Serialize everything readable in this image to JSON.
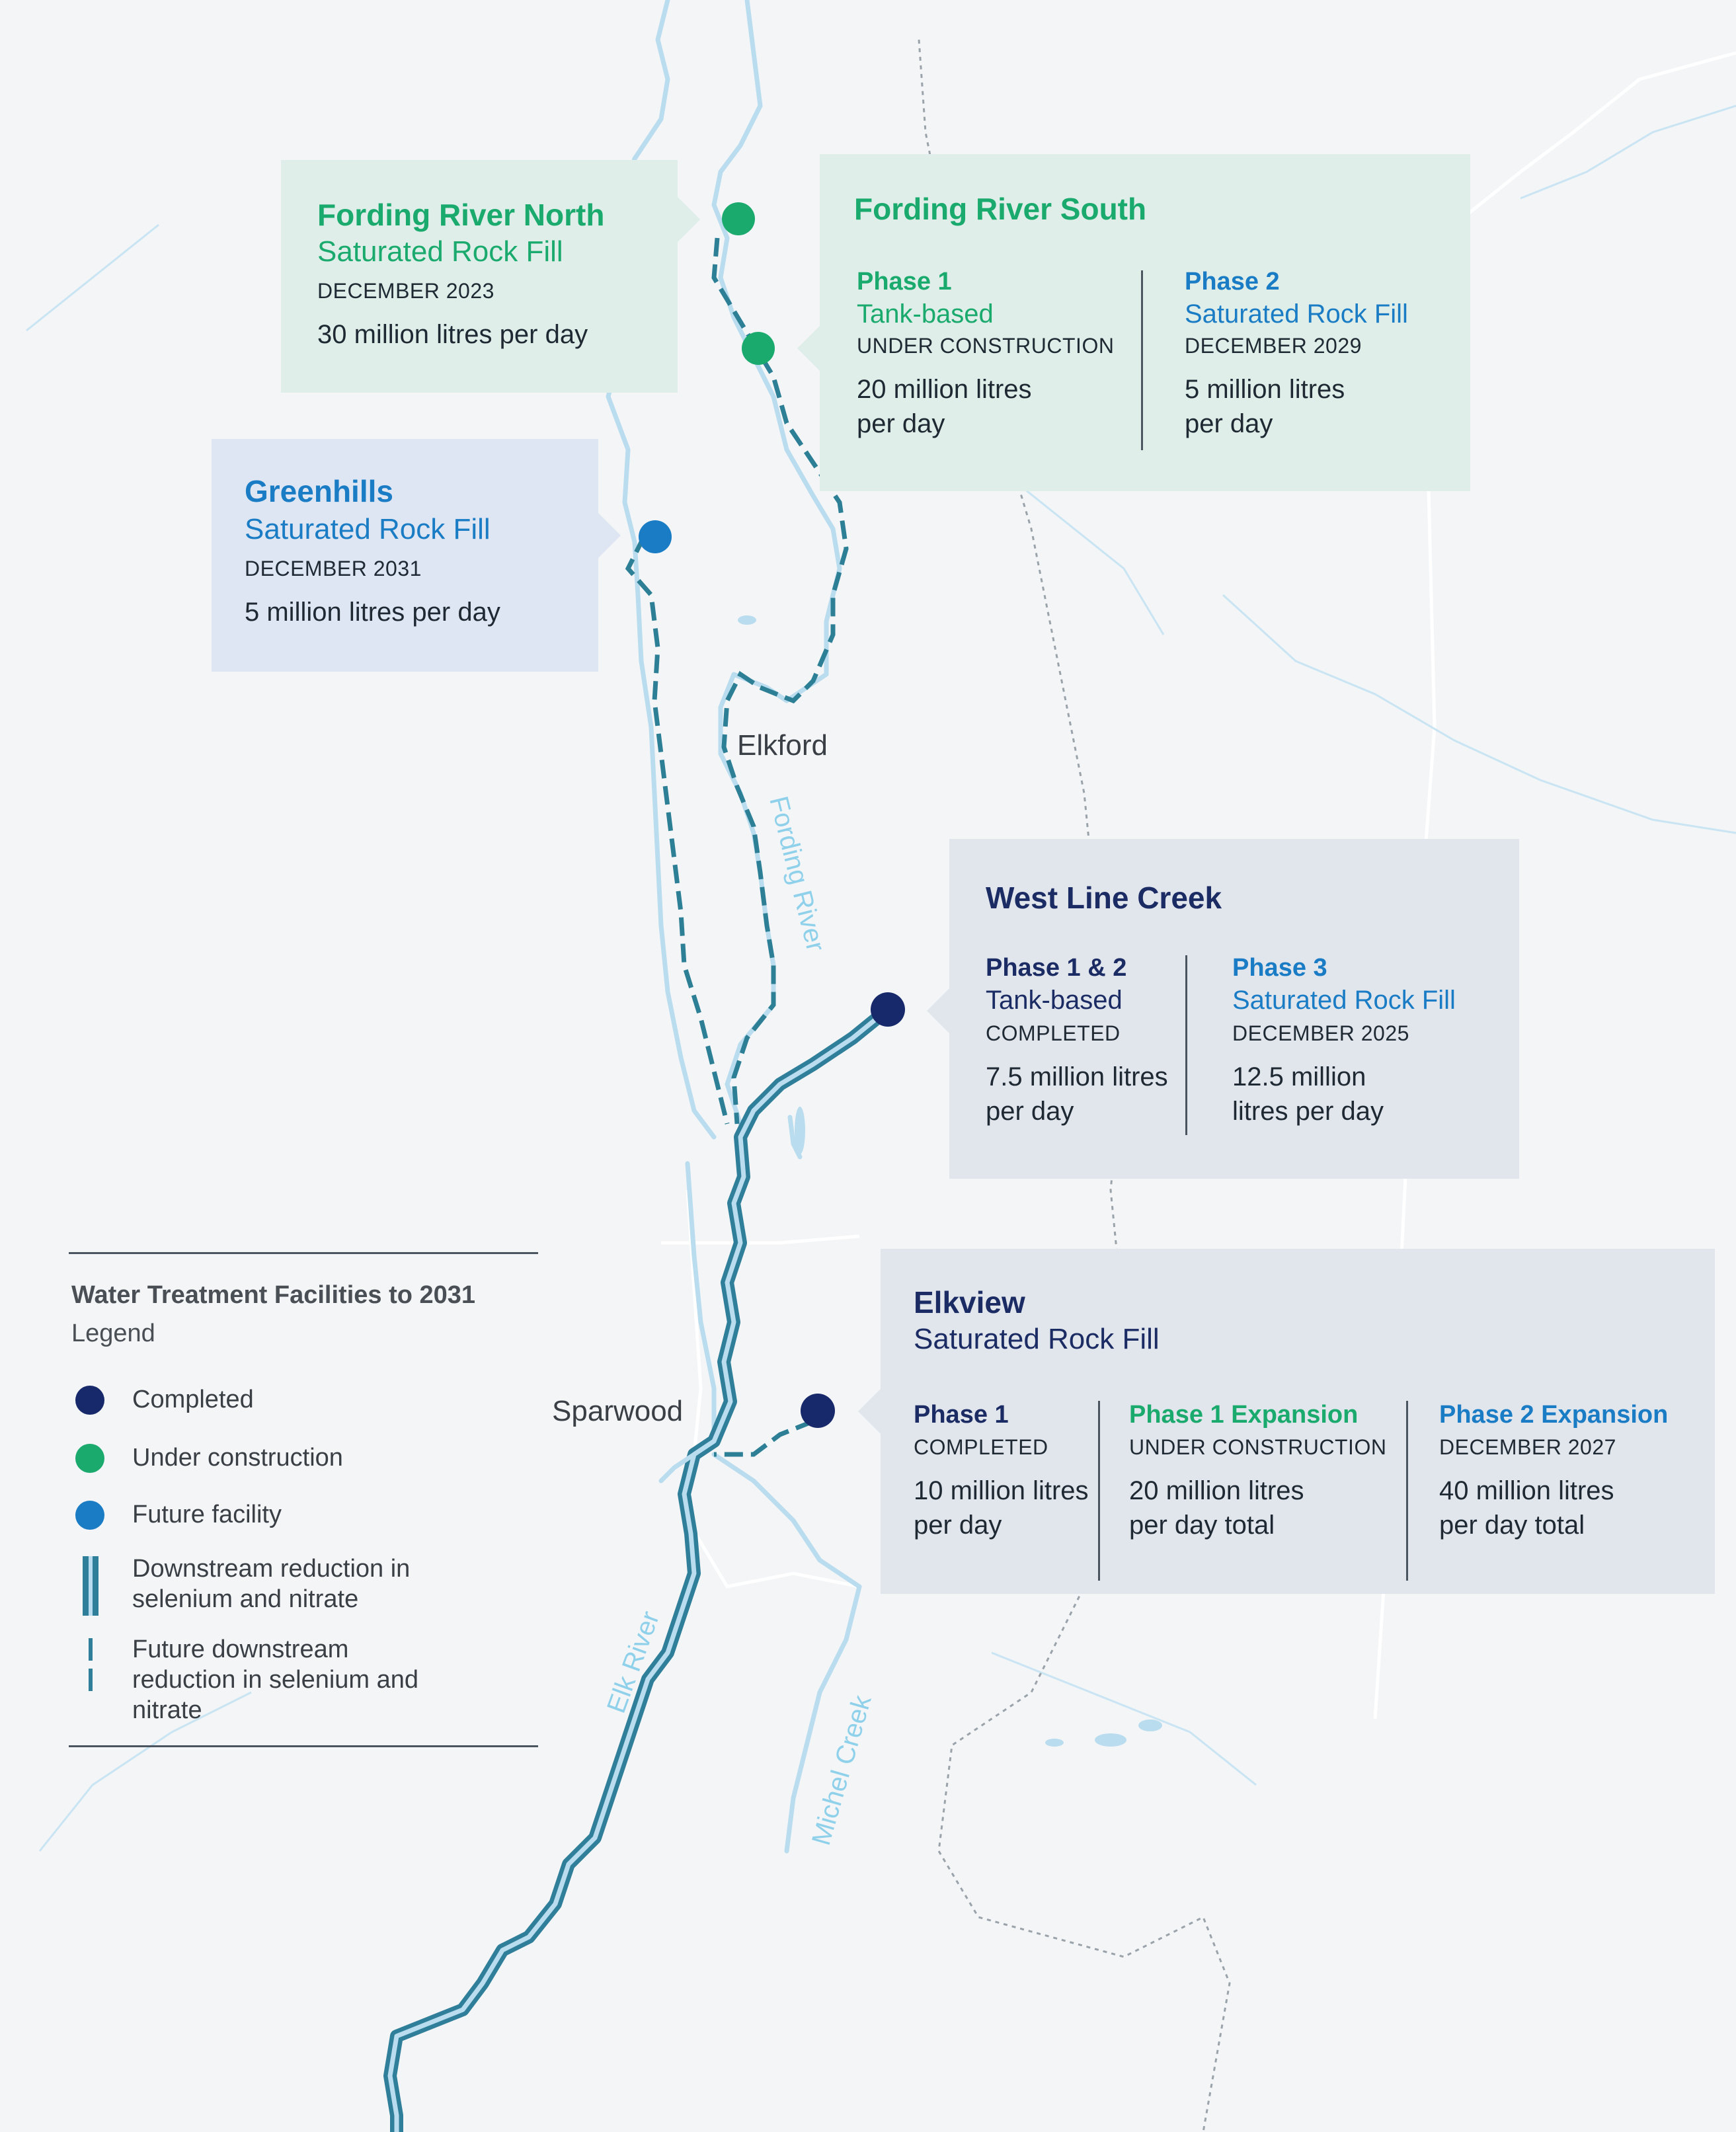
{
  "colors": {
    "completed": "#17296b",
    "under_construction": "#1aaa6e",
    "future": "#1a7cc4",
    "river": "#b9dcee",
    "treated_river": "#2f7f9a",
    "callout_green": "#dfeee8",
    "callout_blue": "#dde6f2",
    "callout_gray": "#e1e5ec"
  },
  "places": {
    "elkford": "Elkford",
    "sparwood": "Sparwood"
  },
  "rivers": {
    "fording": "Fording River",
    "elk": "Elk River",
    "michel": "Michel Creek"
  },
  "facilities": {
    "fording_north": {
      "name": "Fording River North",
      "type": "Saturated Rock Fill",
      "date": "DECEMBER 2023",
      "capacity": "30 million litres per day"
    },
    "fording_south": {
      "name": "Fording River South",
      "phase1": {
        "label": "Phase 1",
        "type": "Tank-based",
        "status": "UNDER CONSTRUCTION",
        "capacity": "20 million litres per day"
      },
      "phase2": {
        "label": "Phase 2",
        "type": "Saturated Rock Fill",
        "status": "DECEMBER 2029",
        "capacity": "5 million litres per day"
      }
    },
    "greenhills": {
      "name": "Greenhills",
      "type": "Saturated Rock Fill",
      "date": "DECEMBER 2031",
      "capacity": "5 million litres per day"
    },
    "west_line_creek": {
      "name": "West Line Creek",
      "phase12": {
        "label": "Phase 1 & 2",
        "type": "Tank-based",
        "status": "COMPLETED",
        "capacity": "7.5 million litres per day"
      },
      "phase3": {
        "label": "Phase 3",
        "type": "Saturated Rock Fill",
        "status": "DECEMBER 2025",
        "capacity": "12.5 million litres per day"
      }
    },
    "elkview": {
      "name": "Elkview",
      "type": "Saturated Rock Fill",
      "phase1": {
        "label": "Phase 1",
        "status": "COMPLETED",
        "capacity": "10 million litres per day"
      },
      "phase1exp": {
        "label": "Phase 1 Expansion",
        "status": "UNDER CONSTRUCTION",
        "capacity": "20 million litres per day total"
      },
      "phase2exp": {
        "label": "Phase 2 Expansion",
        "status": "DECEMBER 2027",
        "capacity": "40 million litres per day total"
      }
    }
  },
  "legend": {
    "title": "Water Treatment Facilities to 2031",
    "subtitle": "Legend",
    "completed": "Completed",
    "under_construction": "Under construction",
    "future": "Future facility",
    "downstream": "Downstream reduction in selenium and nitrate",
    "future_downstream": "Future downstream reduction in selenium and nitrate"
  }
}
